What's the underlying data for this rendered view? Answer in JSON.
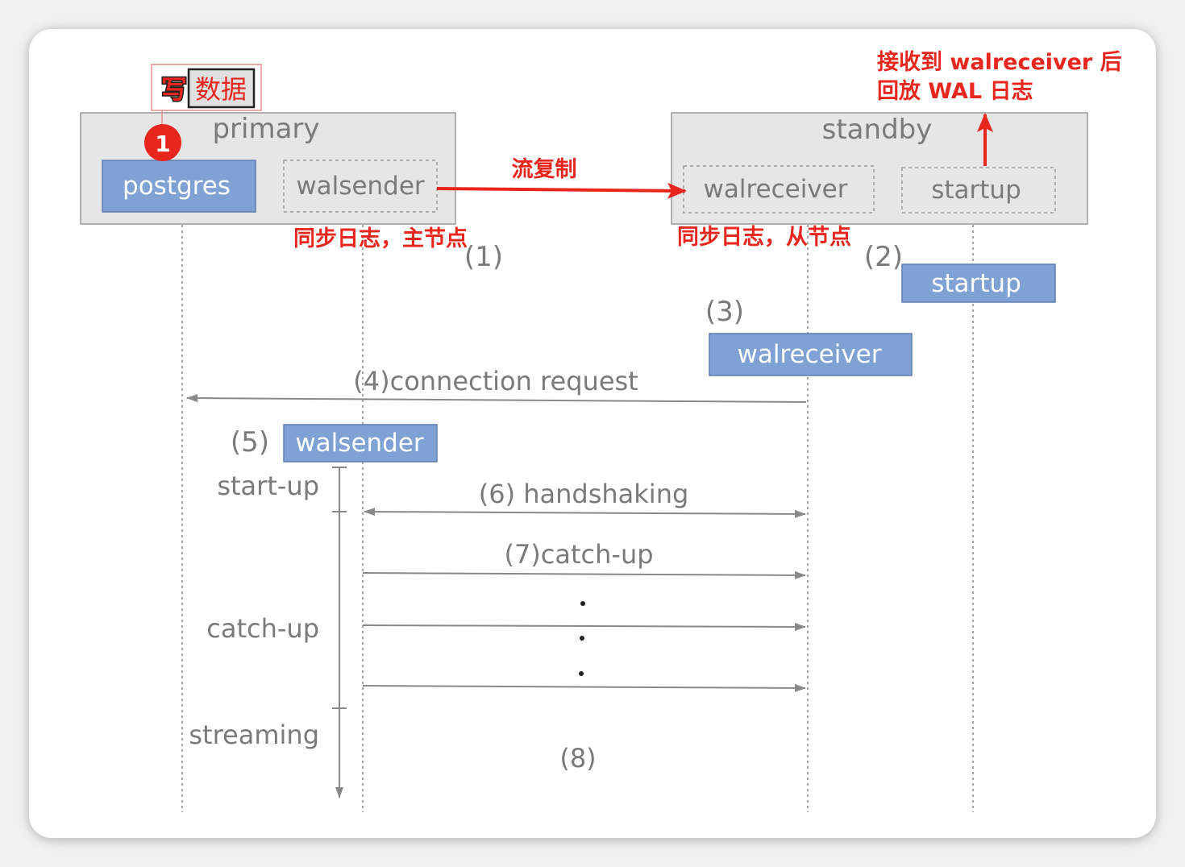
{
  "primary": {
    "title": "primary",
    "postgres_label": "postgres",
    "walsender_label": "walsender"
  },
  "standby": {
    "title": "standby",
    "walreceiver_label": "walreceiver",
    "startup_label": "startup"
  },
  "annotations": {
    "write_prefix": "写",
    "write_data": "数据",
    "step_badge": "1",
    "stream_replication": "流复制",
    "sync_log_primary": "同步日志，主节点",
    "sync_log_standby": "同步日志，从节点",
    "replay_line1": "接收到 walreceiver 后",
    "replay_line2": "回放 WAL 日志"
  },
  "steps": {
    "s1": "(1)",
    "s2": "(2)",
    "s2_box": "startup",
    "s3": "(3)",
    "s3_box": "walreceiver",
    "s4": "(4)connection  request",
    "s5": "(5)",
    "s5_box": "walsender",
    "s6": "(6)  handshaking",
    "s7": "(7)catch-up",
    "s8": "(8)"
  },
  "phases": {
    "startup": "start-up",
    "catchup": "catch-up",
    "streaming": "streaming"
  },
  "colors": {
    "process_box": "#7fa1d3",
    "frame": "#e6e6e6",
    "annotation_red": "#e8261d",
    "lines": "#888888"
  }
}
